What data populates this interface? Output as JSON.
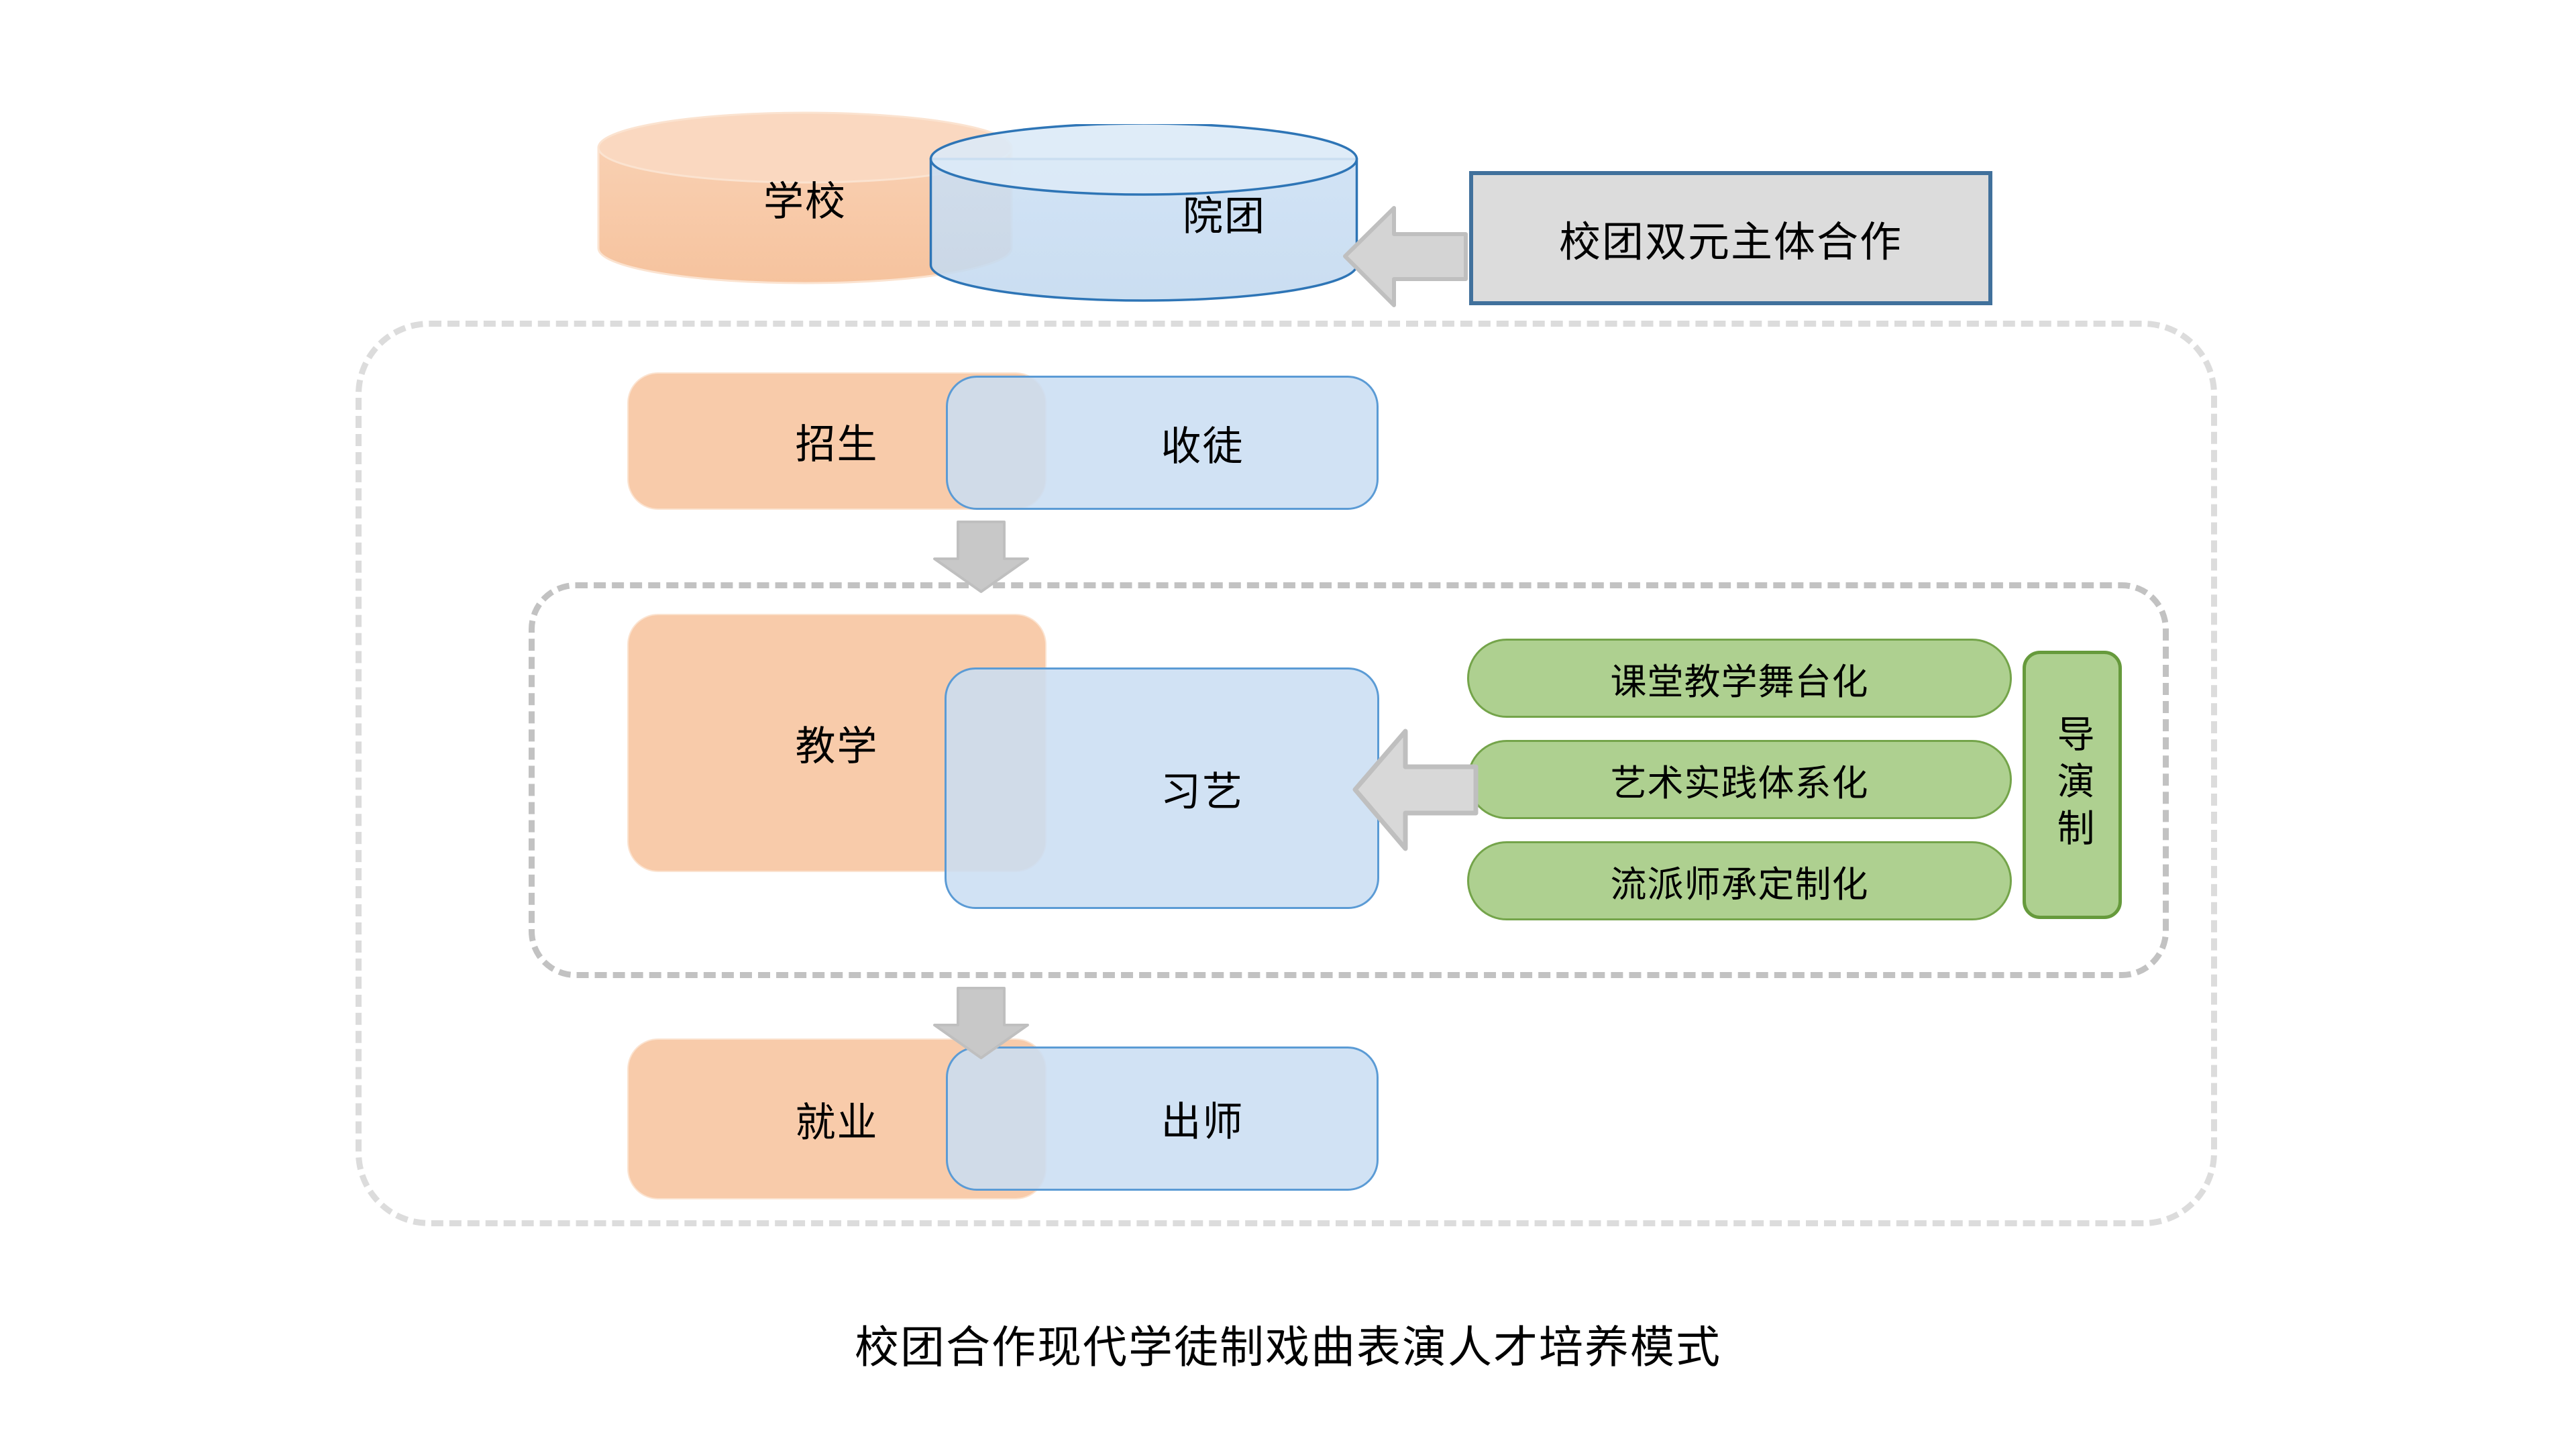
{
  "caption": "校团合作现代学徒制戏曲表演人才培养模式",
  "colors": {
    "orange_fill": "#F8CBAA",
    "orange_stroke": "#FBE3D0",
    "blue_fill": "#C9DDF2",
    "blue_stroke": "#5B9BD5",
    "green_fill": "#AED090",
    "green_stroke": "#74A44A",
    "green_stroke_dark": "#669A3C",
    "gray_arrow_fill": "#D4D4D4",
    "gray_arrow_stroke": "#BFBFBF",
    "callout_fill": "#DCDCDC",
    "callout_stroke": "#41719C",
    "dashed_outer": "#DCDCDC",
    "dashed_inner": "#C2C2C2",
    "overlap_fill": "#BCCBDA"
  },
  "rows": [
    {
      "id": "row-partners",
      "shape": "cylinder",
      "school_label": "学校",
      "troupe_label": "院团"
    },
    {
      "id": "row-admission",
      "shape": "rounded-rect",
      "school_label": "招生",
      "troupe_label": "收徒"
    },
    {
      "id": "row-teaching",
      "shape": "rounded-rect",
      "school_label": "教学",
      "troupe_label": "习艺"
    },
    {
      "id": "row-employment",
      "shape": "rounded-rect",
      "school_label": "就业",
      "troupe_label": "出师"
    }
  ],
  "callout": {
    "label": "校团双元主体合作"
  },
  "methods": {
    "pills": [
      {
        "label": "课堂教学舞台化"
      },
      {
        "label": "艺术实践体系化"
      },
      {
        "label": "流派师承定制化"
      }
    ],
    "vertical_box": {
      "label": "导演制"
    }
  }
}
